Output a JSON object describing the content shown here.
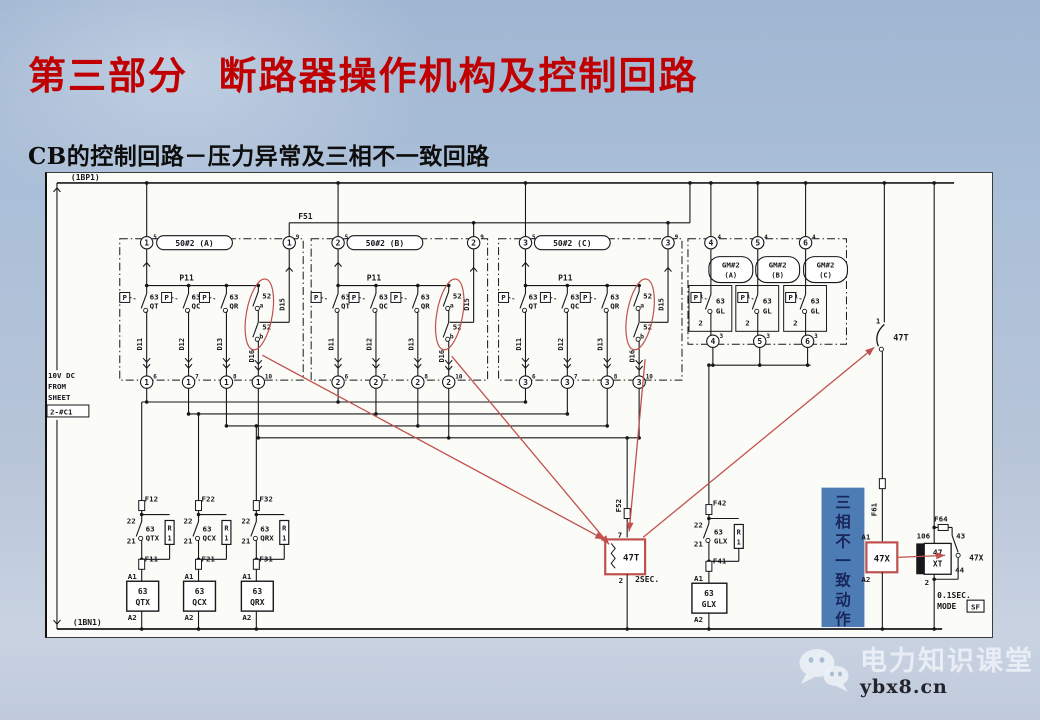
{
  "page": {
    "title": "第三部分  断路器操作机构及控制回路",
    "subtitle": "CB的控制回路－压力异常及三相不一致回路",
    "title_color": "#c00000"
  },
  "watermark": {
    "brand": "电力知识课堂",
    "site": "ybx8.cn",
    "logo": "wechat-icon"
  },
  "diagram": {
    "bus_top_label": "(1BP1)",
    "bus_bottom_label": "(1BN1)",
    "feeder_note": [
      "10V DC",
      "FROM",
      "SHEET",
      "2-#C1"
    ],
    "main_fuse": "F51",
    "pressure_symbol": "P",
    "pressure_groups": [
      {
        "phase_id": "1",
        "name": "50#2 (A)",
        "top_sups": [
          "5",
          "9"
        ],
        "bottom_sups": [
          "6",
          "7",
          "8",
          "10"
        ],
        "bus_label": "P11",
        "contacts": [
          {
            "num": "63",
            "suffix": "QT"
          },
          {
            "num": "63",
            "suffix": "QC"
          },
          {
            "num": "63",
            "suffix": "QR"
          }
        ],
        "cb_contacts": [
          {
            "label": "52",
            "pole": "a"
          },
          {
            "label": "52",
            "pole": "b"
          }
        ],
        "wire_labels": [
          "D11",
          "D12",
          "D13",
          "D16",
          "D15"
        ]
      },
      {
        "phase_id": "2",
        "name": "50#2 (B)",
        "top_sups": [
          "5",
          "9"
        ],
        "bottom_sups": [
          "6",
          "7",
          "8",
          "10"
        ],
        "bus_label": "P11",
        "contacts": [
          {
            "num": "63",
            "suffix": "QT"
          },
          {
            "num": "63",
            "suffix": "QC"
          },
          {
            "num": "63",
            "suffix": "QR"
          }
        ],
        "cb_contacts": [
          {
            "label": "52",
            "pole": "a"
          },
          {
            "label": "52",
            "pole": "b"
          }
        ],
        "wire_labels": [
          "D11",
          "D12",
          "D13",
          "D16",
          "D15"
        ]
      },
      {
        "phase_id": "3",
        "name": "50#2 (C)",
        "top_sups": [
          "5",
          "9"
        ],
        "bottom_sups": [
          "6",
          "7",
          "8",
          "10"
        ],
        "bus_label": "P11",
        "contacts": [
          {
            "num": "63",
            "suffix": "QT"
          },
          {
            "num": "63",
            "suffix": "QC"
          },
          {
            "num": "63",
            "suffix": "QR"
          }
        ],
        "cb_contacts": [
          {
            "label": "52",
            "pole": "a"
          },
          {
            "label": "52",
            "pole": "b"
          }
        ],
        "wire_labels": [
          "D11",
          "D12",
          "D13",
          "D16",
          "D15"
        ]
      }
    ],
    "gm_groups": [
      {
        "term_id": "4",
        "top_sup": "4",
        "bottom_sup": "3",
        "name_line1": "GM#2",
        "name_line2": "(A)",
        "pin_top": "5",
        "pin_bottom": "2",
        "contact_num": "63",
        "contact_suffix": "GL"
      },
      {
        "term_id": "5",
        "top_sup": "4",
        "bottom_sup": "3",
        "name_line1": "GM#2",
        "name_line2": "(B)",
        "pin_top": "5",
        "pin_bottom": "2",
        "contact_num": "63",
        "contact_suffix": "GL"
      },
      {
        "term_id": "6",
        "top_sup": "4",
        "bottom_sup": "3",
        "name_line1": "GM#2",
        "name_line2": "(C)",
        "pin_top": "5",
        "pin_bottom": "2",
        "contact_num": "63",
        "contact_suffix": "GL"
      }
    ],
    "t47_pickup": {
      "pin": "1",
      "label": "47T"
    },
    "aux_branches": [
      {
        "fuse_top": "F12",
        "pin_top": "22",
        "pin_bottom": "21",
        "contact_num": "63",
        "contact_suffix": "QTX",
        "resistor": "R1",
        "fuse_bottom": "F11",
        "coil_pin_top": "A1",
        "coil_line1": "63",
        "coil_line2": "QTX",
        "coil_pin_bottom": "A2"
      },
      {
        "fuse_top": "F22",
        "pin_top": "22",
        "pin_bottom": "21",
        "contact_num": "63",
        "contact_suffix": "QCX",
        "resistor": "R1",
        "fuse_bottom": "F21",
        "coil_pin_top": "A1",
        "coil_line1": "63",
        "coil_line2": "QCX",
        "coil_pin_bottom": "A2"
      },
      {
        "fuse_top": "F32",
        "pin_top": "22",
        "pin_bottom": "21",
        "contact_num": "63",
        "contact_suffix": "QRX",
        "resistor": "R1",
        "fuse_bottom": "F31",
        "coil_pin_top": "A1",
        "coil_line1": "63",
        "coil_line2": "QRX",
        "coil_pin_bottom": "A2"
      }
    ],
    "timer_branch": {
      "fuse": "F52",
      "pin_top": "7",
      "label": "47T",
      "pin_bottom": "2",
      "note": "2SEC."
    },
    "glx_branch": {
      "fuse_top": "F42",
      "pin_top": "22",
      "pin_bottom": "21",
      "contact_num": "63",
      "contact_suffix": "GLX",
      "resistor": "R1",
      "fuse_bottom": "F41",
      "coil_pin_top": "A1",
      "coil_line1": "63",
      "coil_line2": "GLX",
      "coil_pin_bottom": "A2"
    },
    "x_branch": {
      "fuse": "F61",
      "coil_pin_top": "A1",
      "coil_label": "47X",
      "coil_pin_bottom": "A2"
    },
    "xt_unit": {
      "pin_top": "106",
      "line1": "47",
      "line2": "XT",
      "pin_bottom": "2"
    },
    "sf_branch": {
      "fuse": "F64",
      "pin_top": "43",
      "pin_bottom": "44",
      "contact_label": "47X",
      "note_line1": "0.1SEC.",
      "note_line2": "MODE",
      "sf": "SF"
    },
    "highlight": {
      "text": "三相不一致动作",
      "bg": "#4d7cb5",
      "fg": "#18265c"
    },
    "annotation_color": "#c0504d",
    "ink": "#17171c"
  }
}
